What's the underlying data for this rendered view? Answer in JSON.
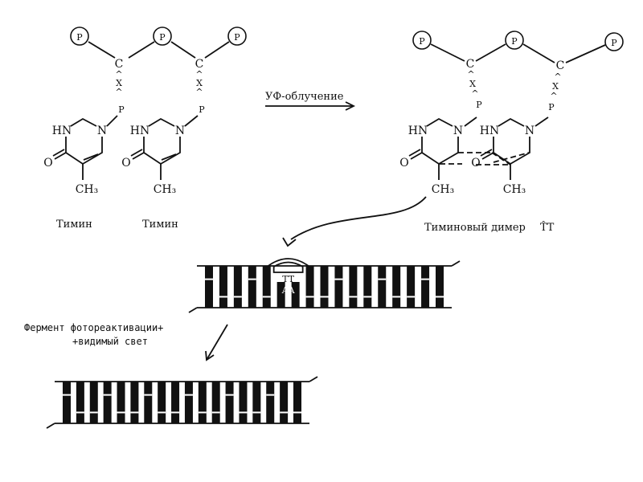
{
  "atoms": {
    "phosphate": "P",
    "carbon": "C",
    "hydrogen_bond_x": "X",
    "hydrogen_bond_a": "^",
    "linker_p": "P",
    "hn": "HN",
    "n": "N",
    "o": "O",
    "ch3": "CH₃"
  },
  "labels": {
    "thymine_1": "Тимин",
    "thymine_2": "Тимин",
    "uv_arrow": "УФ-облучение",
    "dimer": "Тиминовый димер",
    "dimer_symbol": "T̂T",
    "enzyme_line1": "Фермент фотореактивации+",
    "enzyme_line2": "+видимый свет",
    "damaged_dna_tt": "TT",
    "damaged_dna_aa": "AA"
  },
  "colors": {
    "ink": "#111111",
    "background": "#ffffff"
  }
}
